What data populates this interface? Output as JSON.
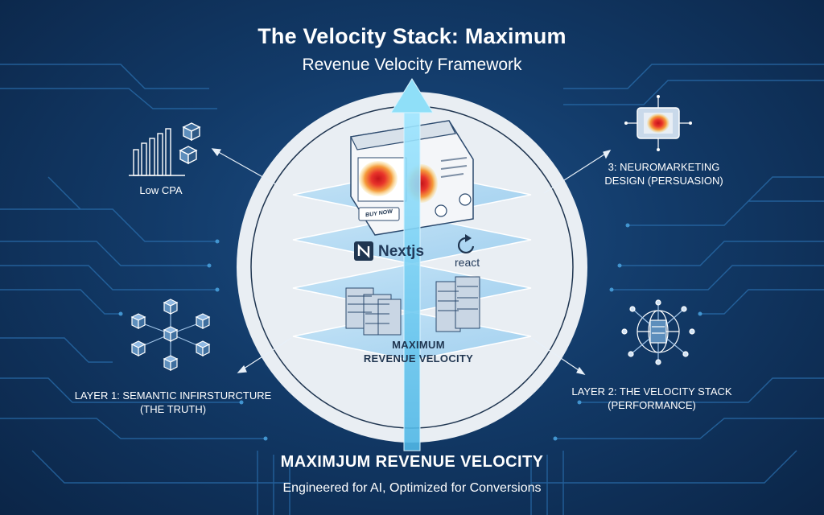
{
  "header": {
    "title": "The Velocity Stack: Maximum",
    "subtitle": "Revenue Velocity Framework"
  },
  "labels": {
    "top_left": "Low CPA",
    "top_right": [
      "3: NEUROMARKETING",
      "DESIGN (PERSUASION)"
    ],
    "bottom_left": [
      "LAYER 1: SEMANTIC INFIRSTURCTURE",
      "(THE TRUTH)"
    ],
    "bottom_right": [
      "LAYER 2: THE VELOCITY STACK",
      "(PERFORMANCE)"
    ]
  },
  "center": {
    "buy_button": "BUY NOW",
    "brand_next": "Nextjs",
    "brand_react": "react",
    "core_label": [
      "MAXIMUM",
      "REVENUE VELOCITY"
    ]
  },
  "footer": {
    "headline": "MAXIMJUM REVENUE VELOCITY",
    "tagline": "Engineered for AI, Optimized for Conversions"
  },
  "colors": {
    "background": "#123a68",
    "circle_fill": "#eef2f6",
    "arrow": "#6fd3f2",
    "heat_red": "#e8332a",
    "circuit": "#2a6fae"
  },
  "icons": [
    "bar-chart-cubes-icon",
    "chip-heatmap-icon",
    "cube-network-icon",
    "server-globe-icon",
    "browser-window-icon",
    "server-rack-icon",
    "nextjs-logo-icon",
    "react-refresh-icon"
  ]
}
